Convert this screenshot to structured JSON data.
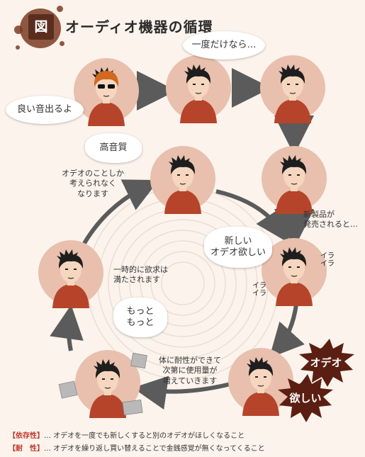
{
  "header": {
    "badge": "図",
    "title": "オーディオ機器の循環"
  },
  "speech": {
    "good_sound": "良い音出るよ",
    "just_once": "一度だけなら…",
    "high_quality": "高音質",
    "want_new": "新しい\nオデオ欲しい",
    "more": "もっと\nもっと"
  },
  "captions": {
    "only_audio": "オデオのことしか\n考えられなく\nなります",
    "new_product": "新製品が\n発売されると…",
    "temp_satisfied": "一時的に欲求は\n満たされます",
    "tolerance": "体に耐性ができて\n次第に使用量が\n増えていきます"
  },
  "effects": {
    "irritated": "イラ\nイラ",
    "audio_burst": "オデオ",
    "want_burst": "欲しい"
  },
  "legend": [
    {
      "key": "【依存性】",
      "text": "… オデオを一度でも新しくすると別のオデオがほしくなること"
    },
    {
      "key": "【耐　性】",
      "text": "… オデオを繰り返し買い替えることで金銭感覚が無くなってくること"
    }
  ],
  "colors": {
    "circle_fill": "#e8c0ad",
    "arrow": "#5b5b5b",
    "shirt": "#b6442a",
    "badge": "#5a2e1f",
    "burst": "#5a1f12"
  }
}
